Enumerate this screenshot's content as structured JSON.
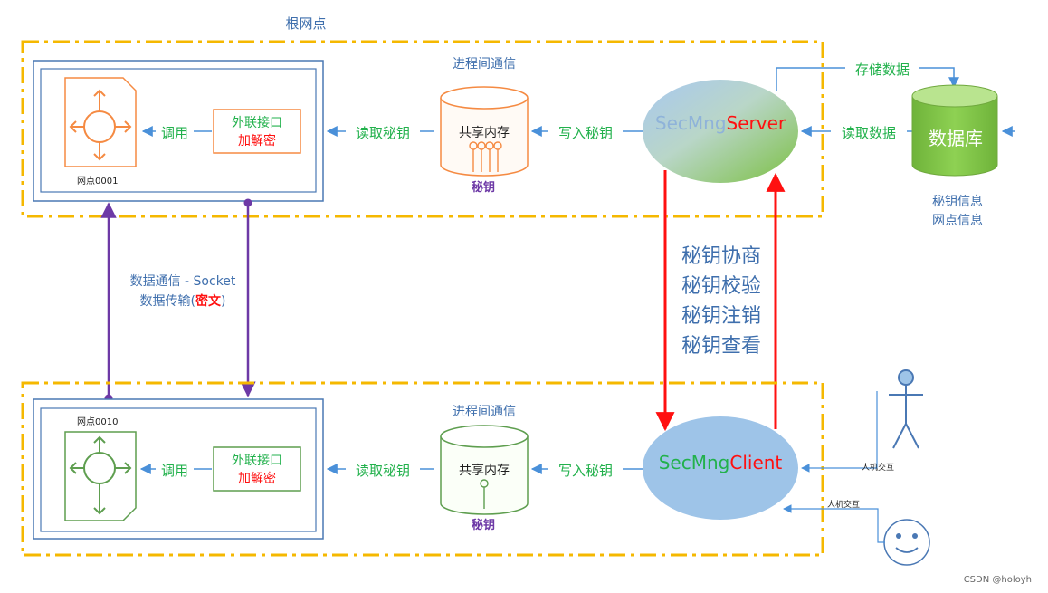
{
  "root": {
    "title": "根网点"
  },
  "top": {
    "ipc_title": "进程间通信",
    "node_label": "网点0001",
    "call_label": "调用",
    "iface_line1": "外联接口",
    "iface_line2": "加解密",
    "read_key": "读取秘钥",
    "shm_label": "共享内存",
    "key_label": "秘钥",
    "write_key": "写入秘钥",
    "server_prefix": "SecMng",
    "server_suffix": "Server"
  },
  "database": {
    "label": "数据库",
    "store": "存储数据",
    "read": "读取数据",
    "info_line1": "秘钥信息",
    "info_line2": "网点信息"
  },
  "socket": {
    "line1": "数据通信 - Socket",
    "line2_prefix": "数据传输(",
    "line2_cipher": "密文",
    "line2_suffix": ")"
  },
  "operations": [
    "秘钥协商",
    "秘钥校验",
    "秘钥注销",
    "秘钥查看"
  ],
  "bottom": {
    "ipc_title": "进程间通信",
    "node_label": "网点0010",
    "call_label": "调用",
    "iface_line1": "外联接口",
    "iface_line2": "加解密",
    "read_key": "读取秘钥",
    "shm_label": "共享内存",
    "key_label": "秘钥",
    "write_key": "写入秘钥",
    "client_prefix": "SecMng",
    "client_suffix": "Client"
  },
  "hci": {
    "label1": "人机交互",
    "label2": "人机交互"
  },
  "watermark": "CSDN @holoyh",
  "colors": {
    "dash_border": "#f5b800",
    "blue_border": "#4a78b4",
    "green_text": "#22b14c",
    "purple": "#6d39a6",
    "red": "#ff1010",
    "orange": "#f58a42",
    "green_box": "#5e9e4f",
    "db_green": "#7cc043",
    "ops_blue": "#3f6fad",
    "client_fill": "#9ec4e8"
  },
  "icons": [
    "switch-icon-orange",
    "switch-icon-green",
    "stick-figure-icon",
    "smiley-icon"
  ]
}
